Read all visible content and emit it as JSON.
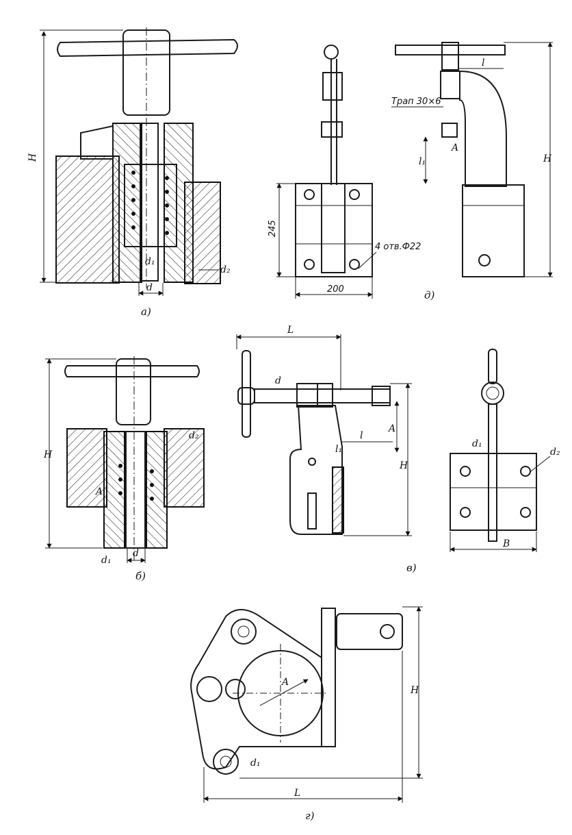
{
  "views": {
    "a": {
      "caption": "а)",
      "labels": {
        "H": "H",
        "d": "d",
        "d1": "d₁",
        "d2": "d₂"
      }
    },
    "b": {
      "caption": "б)",
      "labels": {
        "H": "H",
        "d": "d",
        "d1": "d₁",
        "d2": "d₂",
        "A": "A"
      }
    },
    "v": {
      "caption": "в)",
      "labels": {
        "L": "L",
        "d": "d",
        "l": "l",
        "l1": "l₁",
        "A": "A",
        "H": "H",
        "d1": "d₁",
        "d2": "d₂",
        "B": "B"
      }
    },
    "g": {
      "caption": "г)",
      "labels": {
        "H": "H",
        "L": "L",
        "A": "A",
        "d1": "d₁"
      }
    },
    "d": {
      "caption": "д)",
      "labels": {
        "size_245": "245",
        "size_200": "200",
        "holes": "4 отв.Ф22",
        "thread": "Трап 30×6",
        "l": "l",
        "l1": "l₁",
        "A": "A",
        "H": "H"
      }
    }
  }
}
